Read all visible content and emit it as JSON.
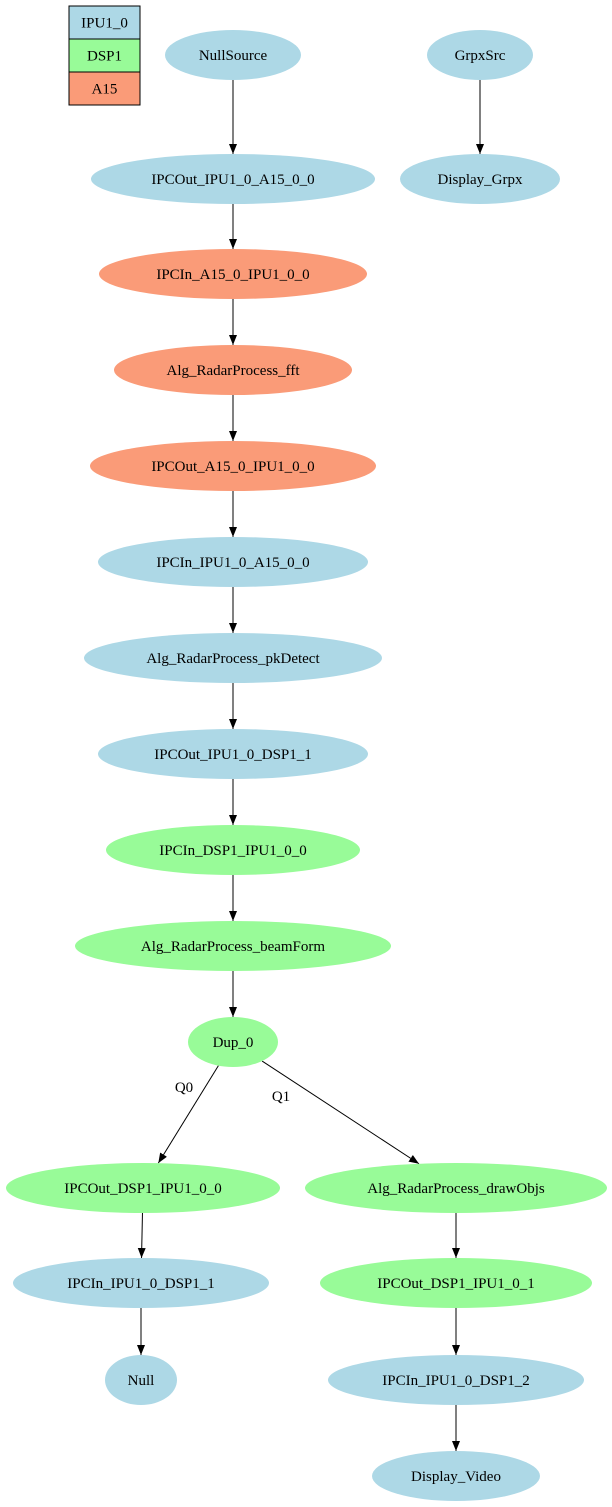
{
  "legend": [
    {
      "label": "IPU1_0",
      "color": "#add8e6"
    },
    {
      "label": "DSP1",
      "color": "#98fb98"
    },
    {
      "label": "A15",
      "color": "#fa9b78"
    }
  ],
  "nodes": [
    {
      "id": "NullSource",
      "label": "NullSource",
      "core": "IPU1_0"
    },
    {
      "id": "IPCOut_IPU1_0_A15_0_0",
      "label": "IPCOut_IPU1_0_A15_0_0",
      "core": "IPU1_0"
    },
    {
      "id": "IPCIn_A15_0_IPU1_0_0",
      "label": "IPCIn_A15_0_IPU1_0_0",
      "core": "A15"
    },
    {
      "id": "Alg_RadarProcess_fft",
      "label": "Alg_RadarProcess_fft",
      "core": "A15"
    },
    {
      "id": "IPCOut_A15_0_IPU1_0_0",
      "label": "IPCOut_A15_0_IPU1_0_0",
      "core": "A15"
    },
    {
      "id": "IPCIn_IPU1_0_A15_0_0",
      "label": "IPCIn_IPU1_0_A15_0_0",
      "core": "IPU1_0"
    },
    {
      "id": "Alg_RadarProcess_pkDetect",
      "label": "Alg_RadarProcess_pkDetect",
      "core": "IPU1_0"
    },
    {
      "id": "IPCOut_IPU1_0_DSP1_1",
      "label": "IPCOut_IPU1_0_DSP1_1",
      "core": "IPU1_0"
    },
    {
      "id": "IPCIn_DSP1_IPU1_0_0",
      "label": "IPCIn_DSP1_IPU1_0_0",
      "core": "DSP1"
    },
    {
      "id": "Alg_RadarProcess_beamForm",
      "label": "Alg_RadarProcess_beamForm",
      "core": "DSP1"
    },
    {
      "id": "Dup_0",
      "label": "Dup_0",
      "core": "DSP1"
    },
    {
      "id": "IPCOut_DSP1_IPU1_0_0",
      "label": "IPCOut_DSP1_IPU1_0_0",
      "core": "DSP1"
    },
    {
      "id": "IPCIn_IPU1_0_DSP1_1",
      "label": "IPCIn_IPU1_0_DSP1_1",
      "core": "IPU1_0"
    },
    {
      "id": "Null",
      "label": "Null",
      "core": "IPU1_0"
    },
    {
      "id": "Alg_RadarProcess_drawObjs",
      "label": "Alg_RadarProcess_drawObjs",
      "core": "DSP1"
    },
    {
      "id": "IPCOut_DSP1_IPU1_0_1",
      "label": "IPCOut_DSP1_IPU1_0_1",
      "core": "DSP1"
    },
    {
      "id": "IPCIn_IPU1_0_DSP1_2",
      "label": "IPCIn_IPU1_0_DSP1_2",
      "core": "IPU1_0"
    },
    {
      "id": "Display_Video",
      "label": "Display_Video",
      "core": "IPU1_0"
    },
    {
      "id": "GrpxSrc",
      "label": "GrpxSrc",
      "core": "IPU1_0"
    },
    {
      "id": "Display_Grpx",
      "label": "Display_Grpx",
      "core": "IPU1_0"
    }
  ],
  "edges": [
    {
      "from": "NullSource",
      "to": "IPCOut_IPU1_0_A15_0_0",
      "label": ""
    },
    {
      "from": "IPCOut_IPU1_0_A15_0_0",
      "to": "IPCIn_A15_0_IPU1_0_0",
      "label": ""
    },
    {
      "from": "IPCIn_A15_0_IPU1_0_0",
      "to": "Alg_RadarProcess_fft",
      "label": ""
    },
    {
      "from": "Alg_RadarProcess_fft",
      "to": "IPCOut_A15_0_IPU1_0_0",
      "label": ""
    },
    {
      "from": "IPCOut_A15_0_IPU1_0_0",
      "to": "IPCIn_IPU1_0_A15_0_0",
      "label": ""
    },
    {
      "from": "IPCIn_IPU1_0_A15_0_0",
      "to": "Alg_RadarProcess_pkDetect",
      "label": ""
    },
    {
      "from": "Alg_RadarProcess_pkDetect",
      "to": "IPCOut_IPU1_0_DSP1_1",
      "label": ""
    },
    {
      "from": "IPCOut_IPU1_0_DSP1_1",
      "to": "IPCIn_DSP1_IPU1_0_0",
      "label": ""
    },
    {
      "from": "IPCIn_DSP1_IPU1_0_0",
      "to": "Alg_RadarProcess_beamForm",
      "label": ""
    },
    {
      "from": "Alg_RadarProcess_beamForm",
      "to": "Dup_0",
      "label": ""
    },
    {
      "from": "Dup_0",
      "to": "IPCOut_DSP1_IPU1_0_0",
      "label": "Q0"
    },
    {
      "from": "Dup_0",
      "to": "Alg_RadarProcess_drawObjs",
      "label": "Q1"
    },
    {
      "from": "IPCOut_DSP1_IPU1_0_0",
      "to": "IPCIn_IPU1_0_DSP1_1",
      "label": ""
    },
    {
      "from": "IPCIn_IPU1_0_DSP1_1",
      "to": "Null",
      "label": ""
    },
    {
      "from": "Alg_RadarProcess_drawObjs",
      "to": "IPCOut_DSP1_IPU1_0_1",
      "label": ""
    },
    {
      "from": "IPCOut_DSP1_IPU1_0_1",
      "to": "IPCIn_IPU1_0_DSP1_2",
      "label": ""
    },
    {
      "from": "IPCIn_IPU1_0_DSP1_2",
      "to": "Display_Video",
      "label": ""
    },
    {
      "from": "GrpxSrc",
      "to": "Display_Grpx",
      "label": ""
    }
  ]
}
